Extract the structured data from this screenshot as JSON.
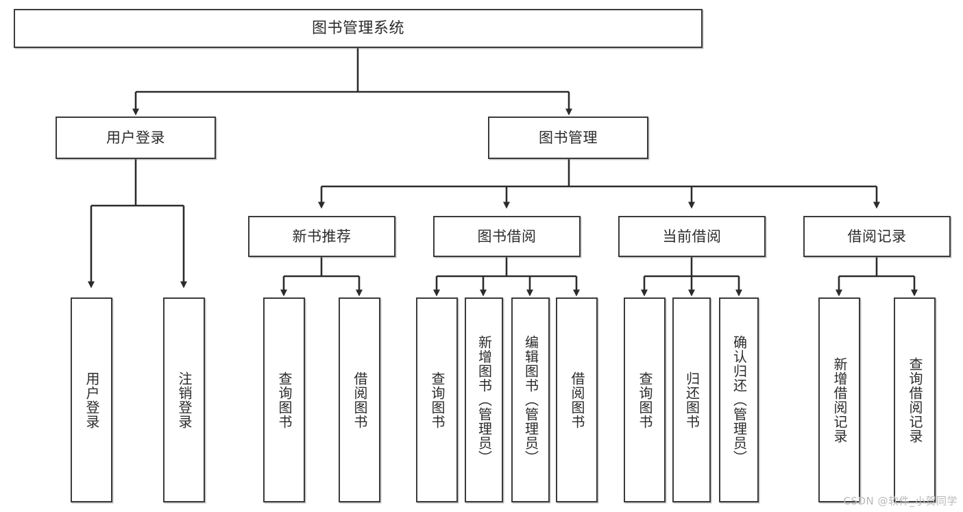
{
  "diagram": {
    "type": "tree",
    "title": "图书管理系统",
    "watermark": "CSDN @软件_小贺同学",
    "colors": {
      "box_border": "#3a3a3a",
      "box_fill": "#ffffff",
      "connector": "#2b2b2b",
      "text": "#2b2b2b",
      "watermark": "#b9b9b9"
    },
    "levels": {
      "root": "图书管理系统",
      "level2": [
        "用户登录",
        "图书管理"
      ],
      "level3": [
        "新书推荐",
        "图书借阅",
        "当前借阅",
        "借阅记录"
      ]
    },
    "nodes": {
      "root": {
        "label": "图书管理系统"
      },
      "user_login": {
        "label": "用户登录"
      },
      "book_manage": {
        "label": "图书管理"
      },
      "new_book_rec": {
        "label": "新书推荐"
      },
      "book_borrow": {
        "label": "图书借阅"
      },
      "current_borrow": {
        "label": "当前借阅"
      },
      "borrow_record": {
        "label": "借阅记录"
      },
      "leaf_user_login": {
        "label": "用户登录"
      },
      "leaf_logout": {
        "label": "注销登录"
      },
      "leaf_query_book_a": {
        "label": "查询图书"
      },
      "leaf_borrow_book_a": {
        "label": "借阅图书"
      },
      "leaf_query_book_b": {
        "label": "查询图书"
      },
      "leaf_add_book": {
        "label": "新增图书（管理员）"
      },
      "leaf_edit_book": {
        "label": "编辑图书（管理员）"
      },
      "leaf_borrow_book_b": {
        "label": "借阅图书"
      },
      "leaf_query_book_c": {
        "label": "查询图书"
      },
      "leaf_return_book": {
        "label": "归还图书"
      },
      "leaf_confirm_return": {
        "label": "确认归还（管理员）"
      },
      "leaf_add_record": {
        "label": "新增借阅记录"
      },
      "leaf_query_record": {
        "label": "查询借阅记录"
      }
    },
    "edges": [
      {
        "from": "图书管理系统",
        "to": "用户登录"
      },
      {
        "from": "图书管理系统",
        "to": "图书管理"
      },
      {
        "from": "用户登录",
        "to": "用户登录"
      },
      {
        "from": "用户登录",
        "to": "注销登录"
      },
      {
        "from": "图书管理",
        "to": "新书推荐"
      },
      {
        "from": "图书管理",
        "to": "图书借阅"
      },
      {
        "from": "图书管理",
        "to": "当前借阅"
      },
      {
        "from": "图书管理",
        "to": "借阅记录"
      },
      {
        "from": "新书推荐",
        "to": "查询图书"
      },
      {
        "from": "新书推荐",
        "to": "借阅图书"
      },
      {
        "from": "图书借阅",
        "to": "查询图书"
      },
      {
        "from": "图书借阅",
        "to": "新增图书（管理员）"
      },
      {
        "from": "图书借阅",
        "to": "编辑图书（管理员）"
      },
      {
        "from": "图书借阅",
        "to": "借阅图书"
      },
      {
        "from": "当前借阅",
        "to": "查询图书"
      },
      {
        "from": "当前借阅",
        "to": "归还图书"
      },
      {
        "from": "当前借阅",
        "to": "确认归还（管理员）"
      },
      {
        "from": "借阅记录",
        "to": "新增借阅记录"
      },
      {
        "from": "借阅记录",
        "to": "查询借阅记录"
      }
    ]
  }
}
